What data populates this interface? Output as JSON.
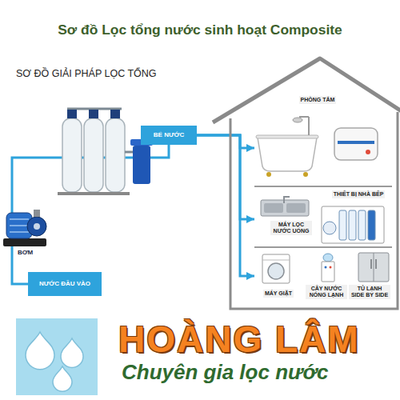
{
  "diagram": {
    "title": "Sơ đồ Lọc tổng nước sinh hoạt Composite",
    "nodes": [
      {
        "text": [
          "NƯỚC ĐẦU VÀO"
        ]
      },
      {
        "text": [
          "BỂ NƯỚC"
        ]
      },
      {
        "text": [
          "PHÒNG TẮM"
        ]
      },
      {
        "text": [
          "THIẾT BỊ NHÀ BẾP",
          "MÁY LỌC NƯỚC UỐNG"
        ]
      },
      {
        "text": [
          "MÁY GIẶT",
          "CÂY NƯỚC NÓNG LẠNH",
          "TỦ LẠNH SIDE BY SIDE"
        ]
      }
    ],
    "edges": [
      {
        "from": 0,
        "to": 1,
        "arrow": "none"
      },
      {
        "from": 1,
        "to": 2,
        "arrow": "to"
      },
      {
        "from": 1,
        "to": 3,
        "arrow": "to"
      },
      {
        "from": 1,
        "to": 4,
        "arrow": "to"
      }
    ],
    "labels": [
      "SƠ ĐỒ GIẢI PHÁP LỌC TỔNG",
      "BƠM",
      "HOÀNG LÂM",
      "Chuyên gia lọc nước"
    ]
  }
}
